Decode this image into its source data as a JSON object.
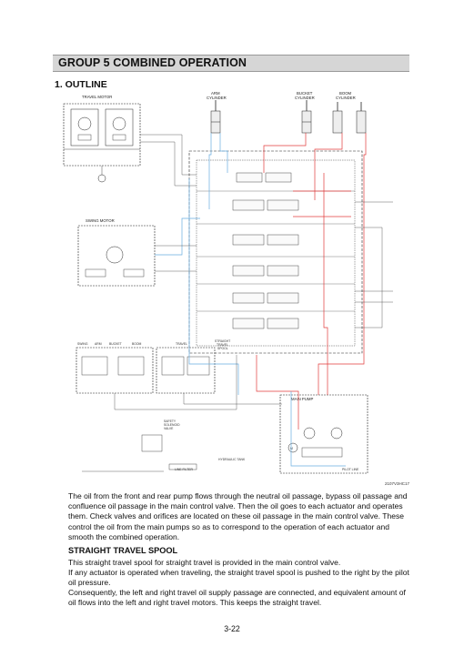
{
  "header": {
    "group_title": "GROUP  5  COMBINED OPERATION"
  },
  "section": {
    "title": "1. OUTLINE"
  },
  "diagram": {
    "labels": {
      "travel_motor": "TRAVEL MOTOR",
      "arm_cylinder_1": "ARM",
      "arm_cylinder_2": "CYLINDER",
      "bucket_cylinder_1": "BUCKET",
      "bucket_cylinder_2": "CYLINDER",
      "boom_cylinder_1": "BOOM",
      "boom_cylinder_2": "CYLINDER",
      "swing_motor": "SWING MOTOR",
      "rcv_swing": "SWING",
      "rcv_arm": "ARM",
      "rcv_bucket": "BUCKET",
      "rcv_boom": "BOOM",
      "rcv_travel": "TRAVEL",
      "safety_1": "SAFETY",
      "safety_2": "SOLENOID",
      "safety_3": "VALVE",
      "main_pump": "MAIN PUMP",
      "hydraulic_tank": "HYDRAULIC TANK",
      "line_filter": "LINE FILTER",
      "pilot_line": "PILOT LINE",
      "straight_1": "STRAIGHT",
      "straight_2": "TRAVEL",
      "straight_3": "SPOOL"
    },
    "figure_id": "2107V3HC17",
    "colors": {
      "red_line": "#e23b3b",
      "blue_line": "#6aaee0",
      "black_line": "#222222"
    }
  },
  "text": {
    "p1": "The oil from the front and rear pump flows through the neutral oil passage, bypass oil passage and confluence oil passage in the main control valve.   Then the oil goes to each actuator and operates them.   Check valves and orifices are located on these oil passage in the main control valve. These control the oil from the main pumps so as to correspond to the operation of each actuator and smooth the combined operation.",
    "subheading": "STRAIGHT TRAVEL SPOOL",
    "p2": "This straight travel spool for straight travel is provided in the main control valve.",
    "p3": "If any actuator is operated when traveling, the straight travel spool is pushed to the right by the pilot oil pressure.",
    "p4": "Consequently, the left and right travel oil supply passage are connected, and equivalent amount of oil flows into the left and right travel motors.   This keeps the straight travel."
  },
  "footer": {
    "page_number": "3-22"
  }
}
